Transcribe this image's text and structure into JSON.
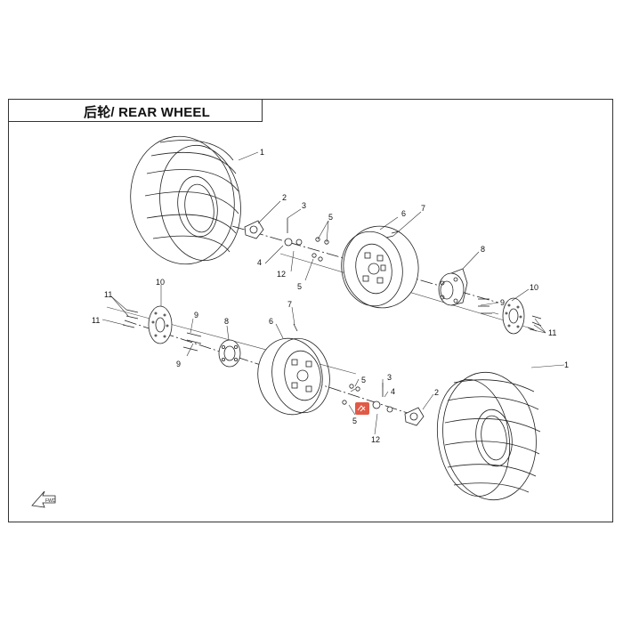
{
  "title": "后轮/ REAR WHEEL",
  "fwd_label": "FWD",
  "highlight_color": "#e05a47",
  "part_labels": [
    {
      "id": "tire-upper",
      "text": "1"
    },
    {
      "id": "tire-lower",
      "text": "1"
    },
    {
      "id": "hub-cap-upper",
      "text": "2"
    },
    {
      "id": "hub-cap-lower",
      "text": "2"
    },
    {
      "id": "cotter-upper",
      "text": "3"
    },
    {
      "id": "cotter-lower",
      "text": "3"
    },
    {
      "id": "nut-upper",
      "text": "4"
    },
    {
      "id": "nut-lower",
      "text": "4"
    },
    {
      "id": "lugnut-upper-a",
      "text": "5"
    },
    {
      "id": "lugnut-upper-b",
      "text": "5"
    },
    {
      "id": "lugnut-lower-a",
      "text": "5"
    },
    {
      "id": "lugnut-lower-b",
      "text": "5"
    },
    {
      "id": "rim-upper",
      "text": "6"
    },
    {
      "id": "rim-lower",
      "text": "6"
    },
    {
      "id": "stud-upper",
      "text": "7"
    },
    {
      "id": "stud-lower",
      "text": "7"
    },
    {
      "id": "hub-upper",
      "text": "8"
    },
    {
      "id": "hub-lower",
      "text": "8"
    },
    {
      "id": "bolt-right",
      "text": "9"
    },
    {
      "id": "bolt-left-a",
      "text": "9"
    },
    {
      "id": "bolt-left-b",
      "text": "9"
    },
    {
      "id": "disc-right",
      "text": "10"
    },
    {
      "id": "disc-left",
      "text": "10"
    },
    {
      "id": "screw-left-a",
      "text": "11"
    },
    {
      "id": "screw-left-b",
      "text": "11"
    },
    {
      "id": "screw-right",
      "text": "11"
    },
    {
      "id": "washer-upper",
      "text": "12"
    },
    {
      "id": "washer-lower",
      "text": "12"
    }
  ]
}
